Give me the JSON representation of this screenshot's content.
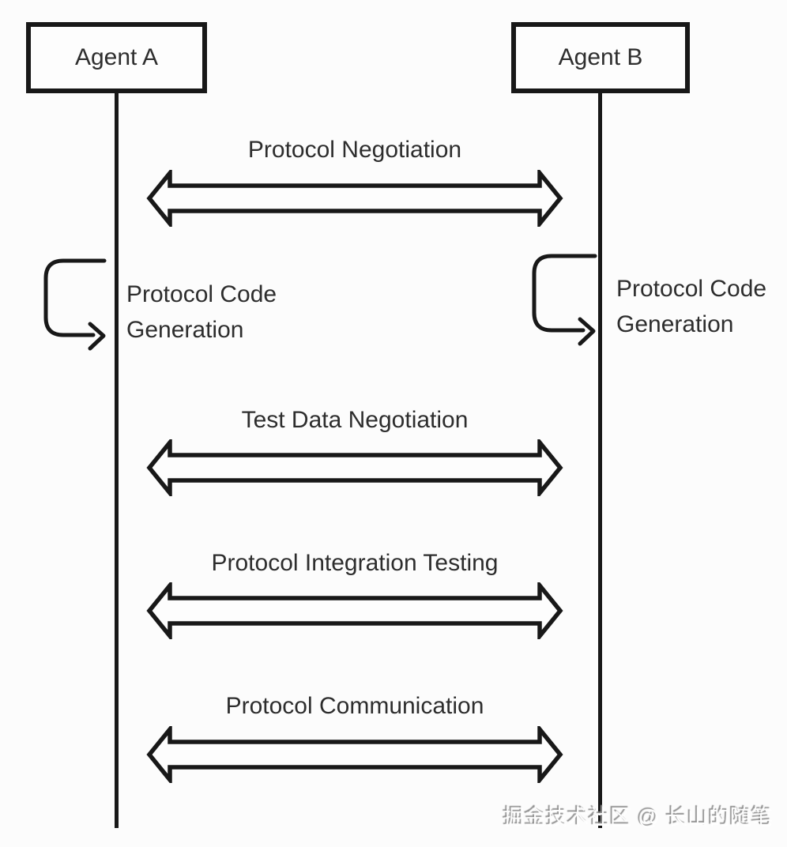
{
  "diagram": {
    "title": "Agent protocol sequence diagram",
    "colors": {
      "background": "#fcfcfc",
      "line": "#181818",
      "text": "#2d2d2d",
      "watermark": "#8f8f8f"
    },
    "actors": [
      {
        "id": "agent-a",
        "label": "Agent A"
      },
      {
        "id": "agent-b",
        "label": "Agent B"
      }
    ],
    "messages": [
      {
        "label": "Protocol Negotiation",
        "type": "bidirectional-arrow"
      },
      {
        "label": "Test Data Negotiation",
        "type": "bidirectional-arrow"
      },
      {
        "label": "Protocol Integration Testing",
        "type": "bidirectional-arrow"
      },
      {
        "label": "Protocol Communication",
        "type": "bidirectional-arrow"
      }
    ],
    "self_actions": [
      {
        "actor": "agent-a",
        "label_line1": "Protocol Code",
        "label_line2": "Generation"
      },
      {
        "actor": "agent-b",
        "label_line1": "Protocol Code",
        "label_line2": "Generation"
      }
    ],
    "watermark": "掘金技术社区 @ 长山的随笔"
  }
}
